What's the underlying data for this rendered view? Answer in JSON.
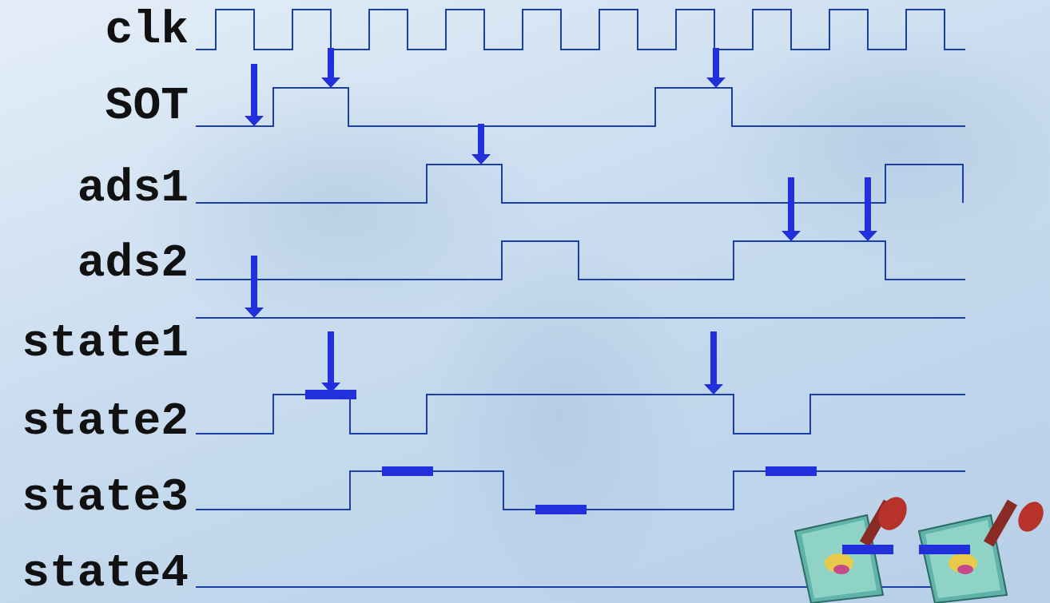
{
  "diagram": {
    "labels": [
      "clk",
      "SOT",
      "ads1",
      "ads2",
      "state1",
      "state2",
      "state3",
      "state4"
    ]
  }
}
